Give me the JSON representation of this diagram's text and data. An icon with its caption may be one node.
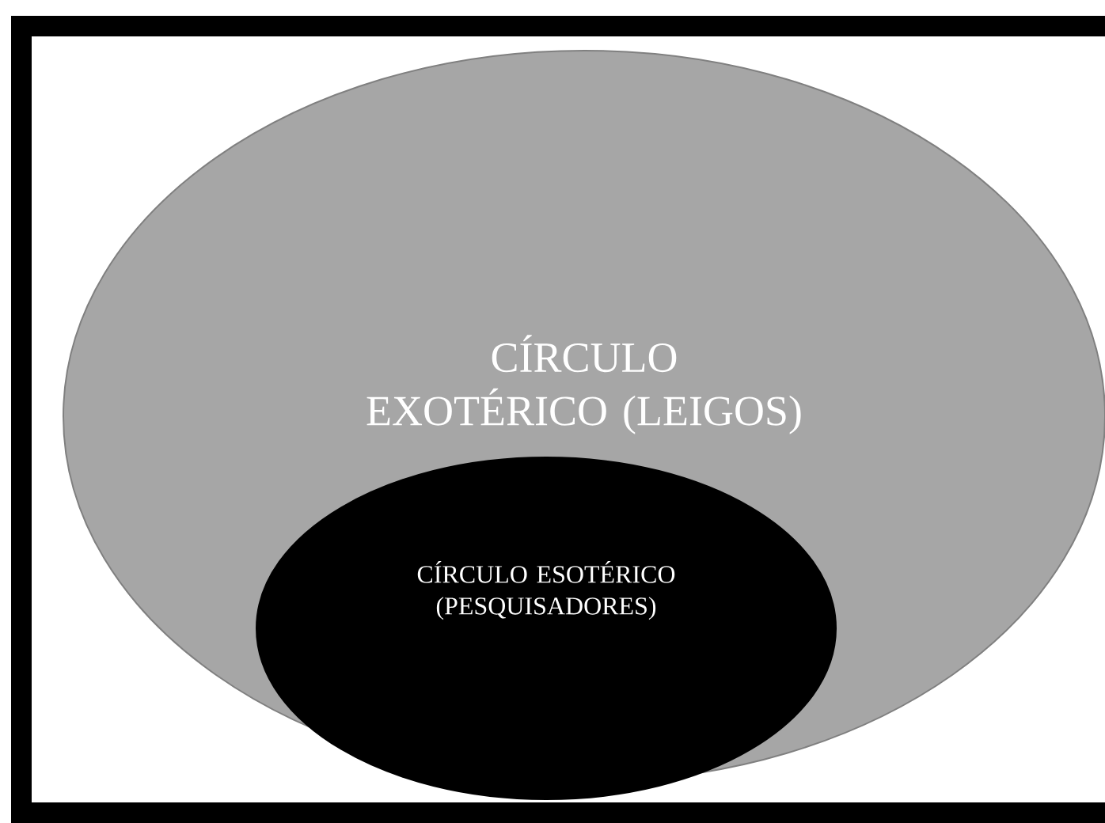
{
  "diagram": {
    "nodes": [
      {
        "text": [
          "CÍRCULO EXOTÉRICO (LEIGOS)"
        ]
      },
      {
        "text": [
          "CÍRCULO ESOTÉRICO (PESQUISADORES)"
        ],
        "in": 0
      }
    ]
  }
}
